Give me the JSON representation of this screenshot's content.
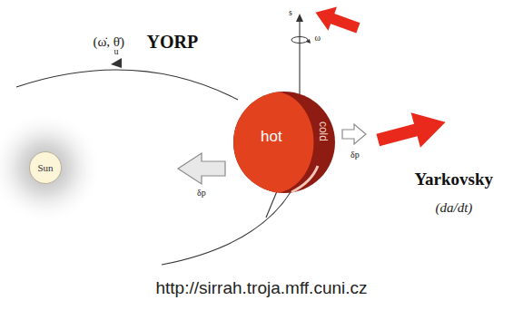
{
  "diagram": {
    "caption": "http://sirrah.troja.mff.cuni.cz",
    "nodes": [
      {
        "text": [
          "Sun"
        ]
      },
      {
        "text": [
          "hot",
          "cold"
        ]
      }
    ],
    "labels": [
      "(ω̇, θ̇)",
      "YORP",
      "s",
      "ω",
      "u",
      "δp",
      "δp",
      "Yarkovsky",
      "(da/dt)"
    ]
  }
}
